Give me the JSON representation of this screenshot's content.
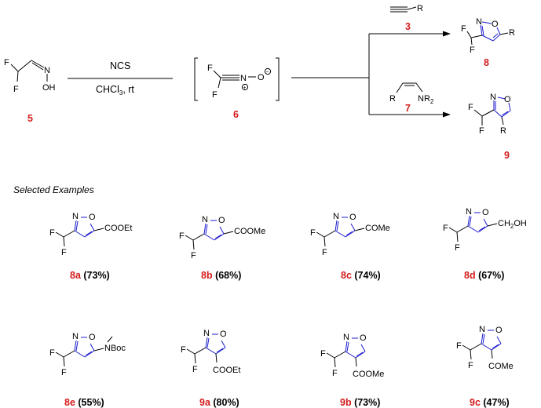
{
  "colors": {
    "compound_label": "#d41c1c",
    "ring": "#1a1acc",
    "text": "#000000"
  },
  "scheme": {
    "start_label": "5",
    "start_atoms": {
      "F1": "F",
      "F2": "F",
      "N": "N",
      "OH": "OH"
    },
    "reagent": "NCS",
    "solvent": "CHCl",
    "solvent_sub": "3",
    "temperature": ", rt",
    "intermediate_label": "6",
    "intermediate_atoms": {
      "F1": "F",
      "F2": "F",
      "N": "N",
      "plus": "+",
      "O": "O",
      "minus": "−"
    },
    "alkyne_label": "3",
    "alkyne_r": "R",
    "enamine_label": "7",
    "enamine_r": "R",
    "enamine_nr": "NR",
    "enamine_nr_sub": "2",
    "product_top_label": "8",
    "product_bottom_label": "9",
    "ring_n": "N",
    "ring_o": "O",
    "sub_r": "R",
    "fluorine": "F"
  },
  "examples_title": "Selected Examples",
  "examples": [
    {
      "id": "8a",
      "yield": "(73%)",
      "substituent": "COOEt"
    },
    {
      "id": "8b",
      "yield": "(68%)",
      "substituent": "COOMe"
    },
    {
      "id": "8c",
      "yield": "(74%)",
      "substituent": "COMe"
    },
    {
      "id": "8d",
      "yield": "(67%)",
      "substituent": "CH",
      "substituent_sub": "2",
      "substituent_end": "OH"
    },
    {
      "id": "8e",
      "yield": "(55%)",
      "substituent": "NBoc"
    },
    {
      "id": "9a",
      "yield": "(80%)",
      "substituent": "COOEt"
    },
    {
      "id": "9b",
      "yield": "(73%)",
      "substituent": "COOMe"
    },
    {
      "id": "9c",
      "yield": "(47%)",
      "substituent": "COMe"
    }
  ]
}
